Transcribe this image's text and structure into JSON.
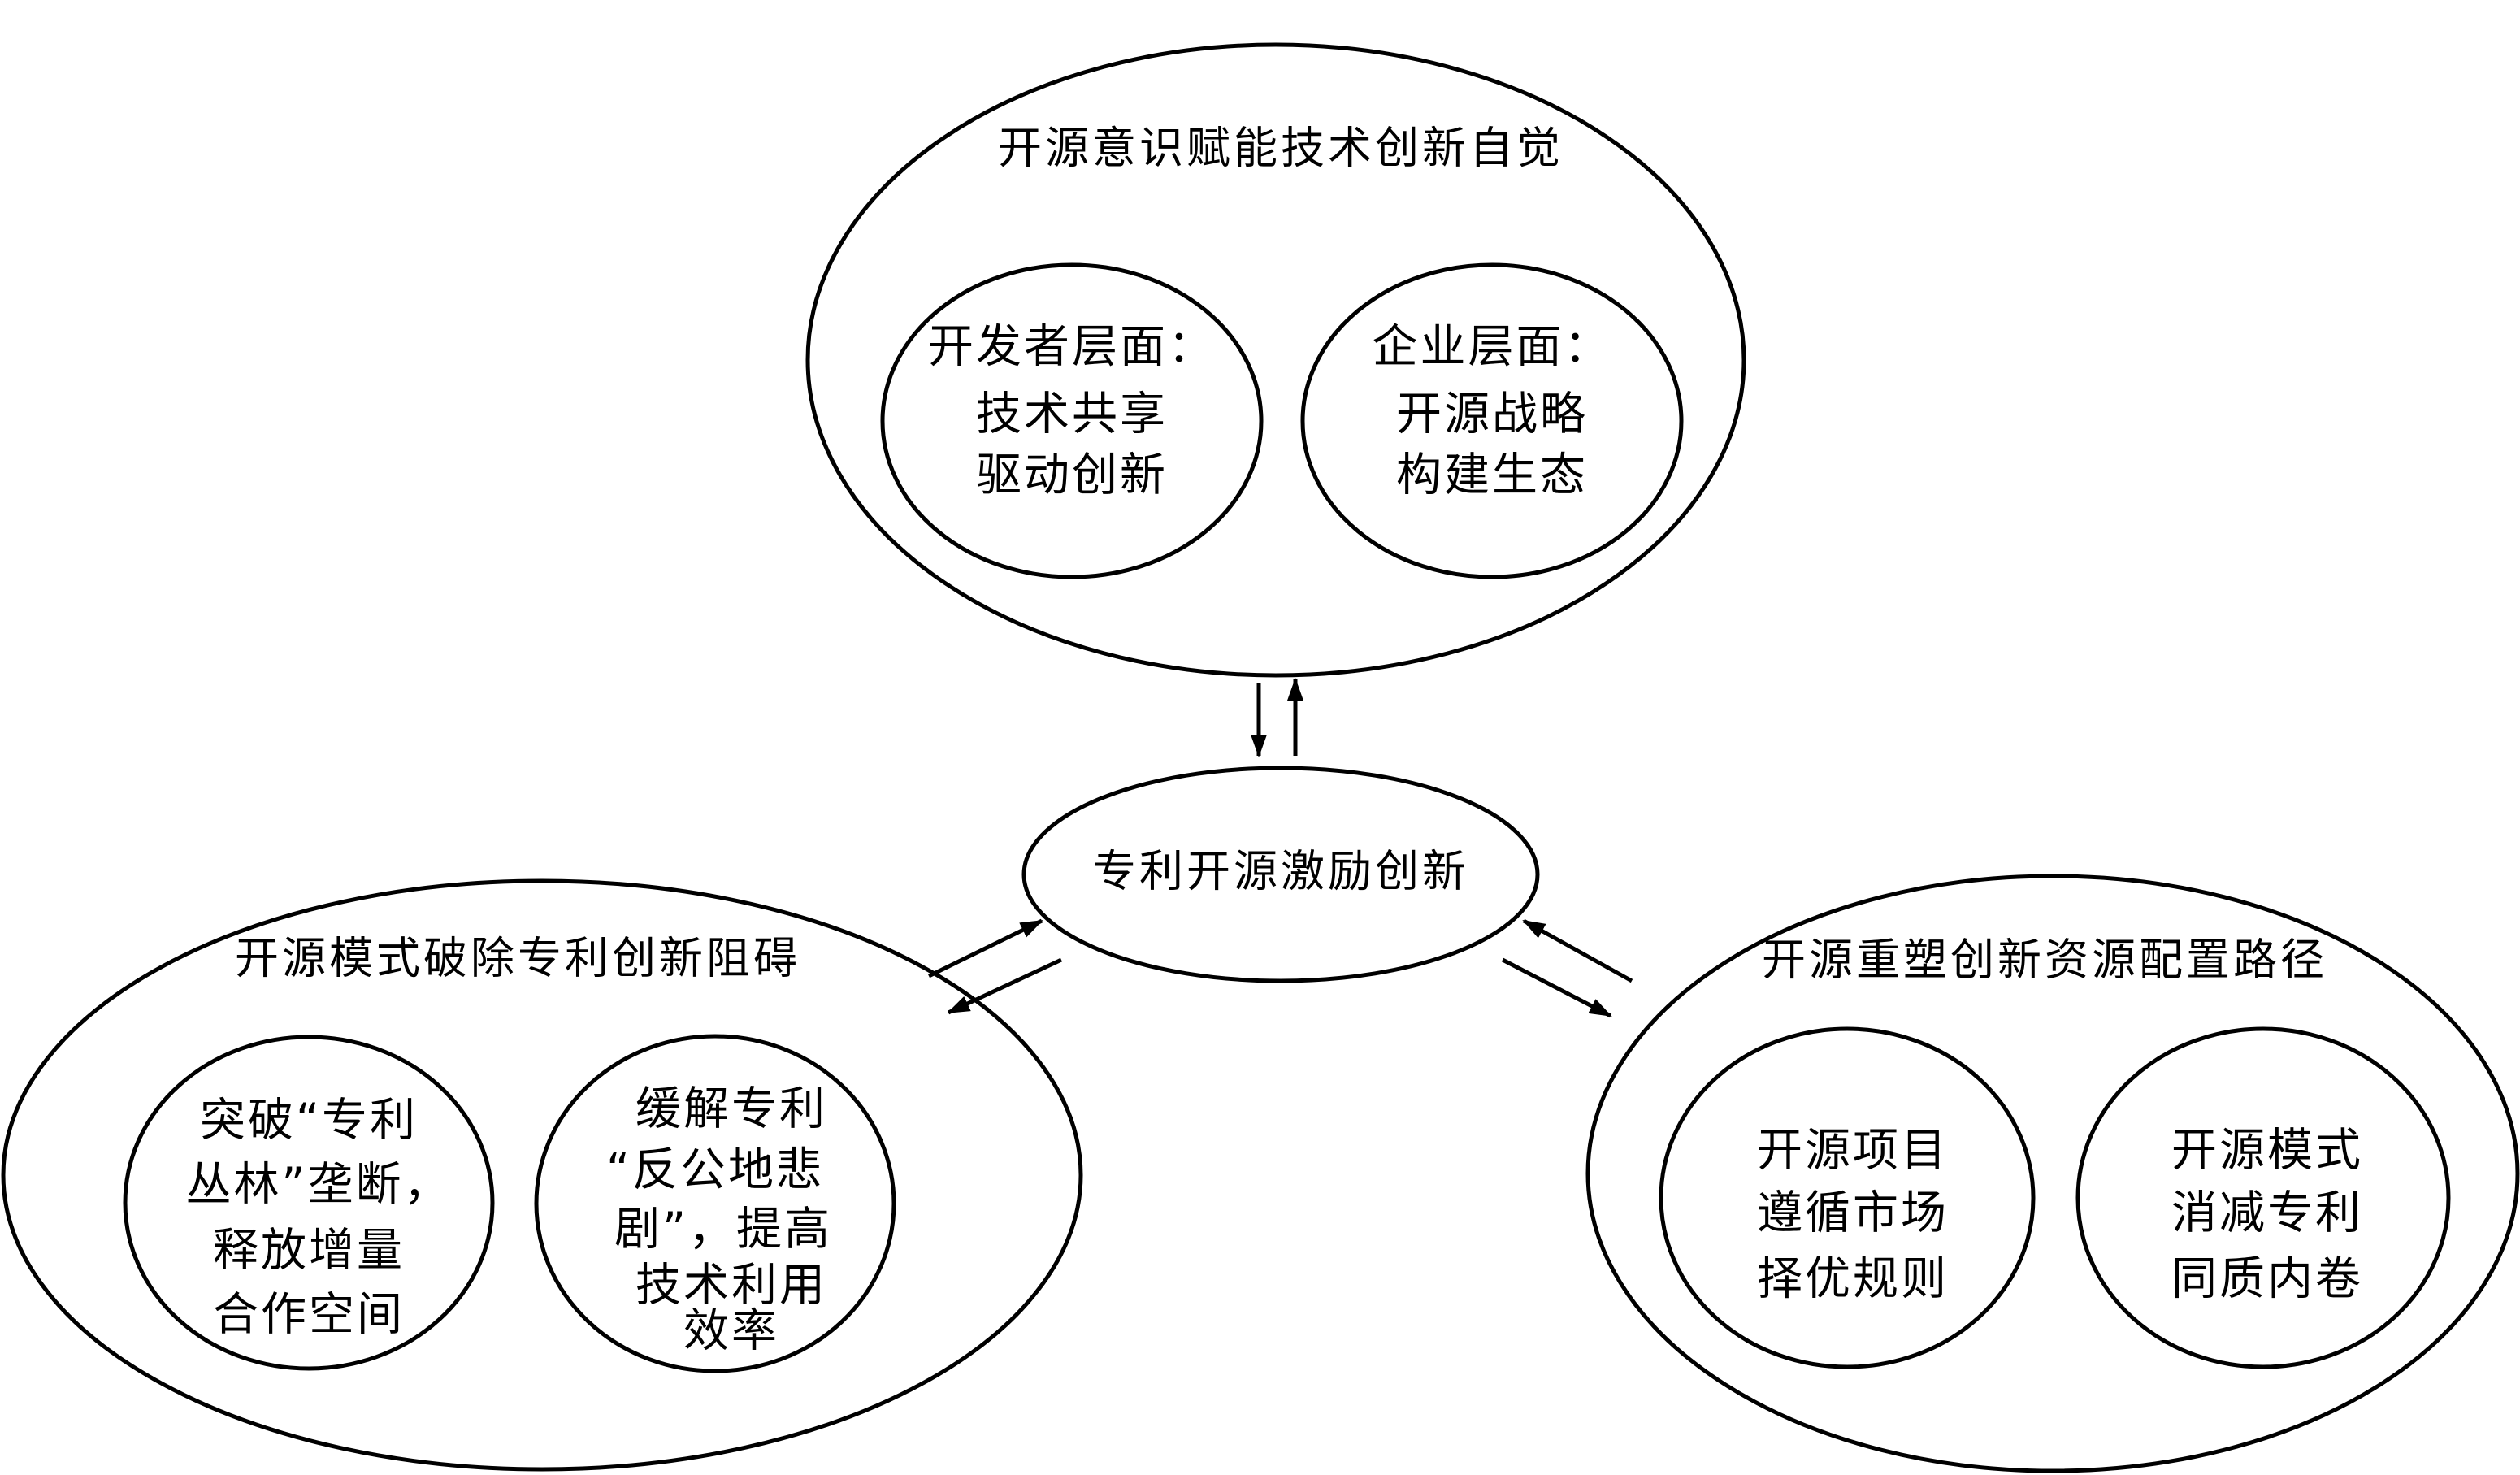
{
  "top": {
    "title": "开源意识赋能技术创新自觉",
    "left": [
      "开发者层面：",
      "技术共享",
      "驱动创新"
    ],
    "right": [
      "企业层面：",
      "开源战略",
      "构建生态"
    ]
  },
  "center": {
    "title": "专利开源激励创新"
  },
  "left": {
    "title": "开源模式破除专利创新阻碍",
    "left": [
      "突破“专利",
      "丛林”垄断，",
      "释放增量",
      "合作空间"
    ],
    "right": [
      "缓解专利",
      "“反公地悲",
      "剧”，提高",
      "技术利用",
      "效率"
    ]
  },
  "right": {
    "title": "开源重塑创新资源配置路径",
    "left": [
      "开源项目",
      "遵循市场",
      "择优规则"
    ],
    "right": [
      "开源模式",
      "消减专利",
      "同质内卷"
    ]
  }
}
